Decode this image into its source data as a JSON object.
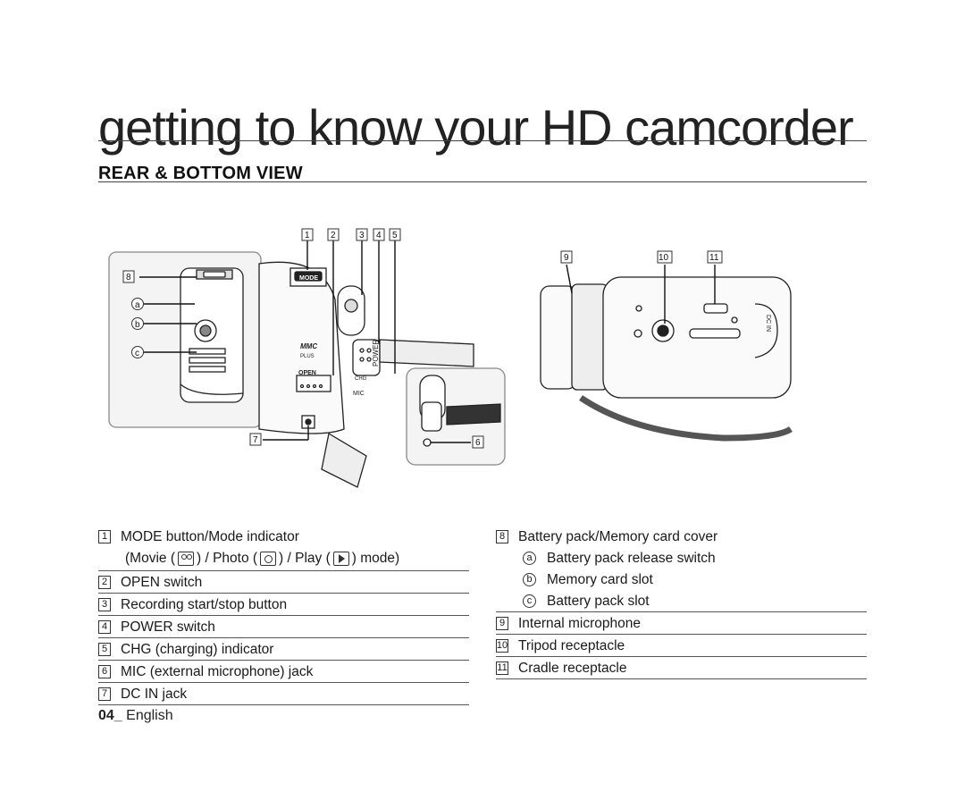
{
  "page": {
    "title": "getting to know your HD camcorder",
    "section_title": "REAR & BOTTOM VIEW",
    "footer_page": "04_",
    "footer_lang": "English"
  },
  "callouts": {
    "n1": "1",
    "n2": "2",
    "n3": "3",
    "n4": "4",
    "n5": "5",
    "n6": "6",
    "n7": "7",
    "n8": "8",
    "n9": "9",
    "n10": "10",
    "n11": "11",
    "la": "a",
    "lb": "b",
    "lc": "c"
  },
  "device_labels": {
    "mode": "MODE",
    "mmc": "MMC",
    "plus": "PLUS",
    "open": "OPEN",
    "power": "POWER",
    "chg": "CHG",
    "mic": "MIC",
    "dcin": "DC IN"
  },
  "legend_left": [
    {
      "num": "1",
      "text": "MODE button/Mode indicator"
    },
    {
      "cont_prefix": "(Movie (",
      "cont_mid1": ") / Photo (",
      "cont_mid2": ") / Play (",
      "cont_suffix": ") mode)"
    },
    {
      "num": "2",
      "text": "OPEN switch"
    },
    {
      "num": "3",
      "text": "Recording start/stop button"
    },
    {
      "num": "4",
      "text": "POWER switch"
    },
    {
      "num": "5",
      "text": "CHG (charging) indicator"
    },
    {
      "num": "6",
      "text": "MIC (external microphone) jack"
    },
    {
      "num": "7",
      "text": "DC IN jack"
    }
  ],
  "legend_right": [
    {
      "num": "8",
      "text": "Battery pack/Memory card cover"
    },
    {
      "letter": "a",
      "text": "Battery pack release switch"
    },
    {
      "letter": "b",
      "text": "Memory card slot"
    },
    {
      "letter": "c",
      "text": "Battery pack slot"
    },
    {
      "num": "9",
      "text": "Internal microphone"
    },
    {
      "num": "10",
      "text": "Tripod receptacle"
    },
    {
      "num": "11",
      "text": "Cradle receptacle"
    }
  ],
  "icons": {
    "movie": "movie-mode-icon",
    "photo": "photo-mode-icon",
    "play": "play-mode-icon"
  }
}
